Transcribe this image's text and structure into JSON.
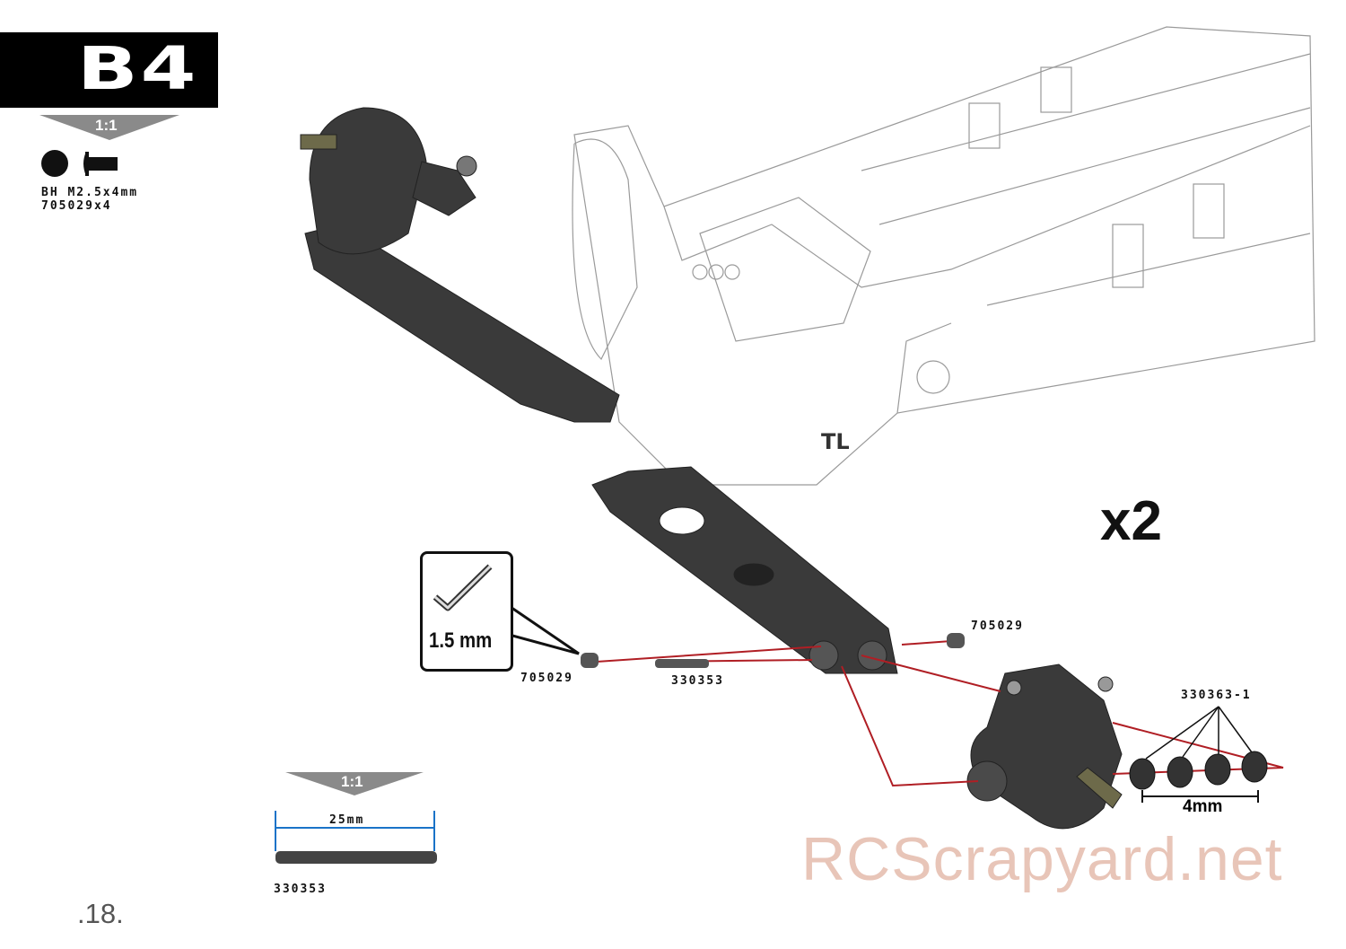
{
  "step": {
    "label": "B4"
  },
  "hardware": {
    "scale": "1:1",
    "screw_name": "BH M2.5x4mm",
    "screw_part": "705029x4",
    "icons": [
      "screw-head-icon",
      "screw-side-icon"
    ]
  },
  "quantity": "x2",
  "tool": {
    "size": "1.5 mm",
    "icon": "hex-key-icon"
  },
  "callouts": {
    "screw_left": "705029",
    "screw_right": "705029",
    "pin": "330353",
    "shims": "330363-1",
    "shim_stack": "4mm"
  },
  "pin_scale": {
    "scale": "1:1",
    "length": "25mm",
    "part": "330353"
  },
  "page_number": ".18.",
  "watermark": "RCScrapyard.net",
  "colors": {
    "guide_line": "#b01e24",
    "part": "#3a3a3a",
    "chassis_line": "#9a9a9a"
  }
}
